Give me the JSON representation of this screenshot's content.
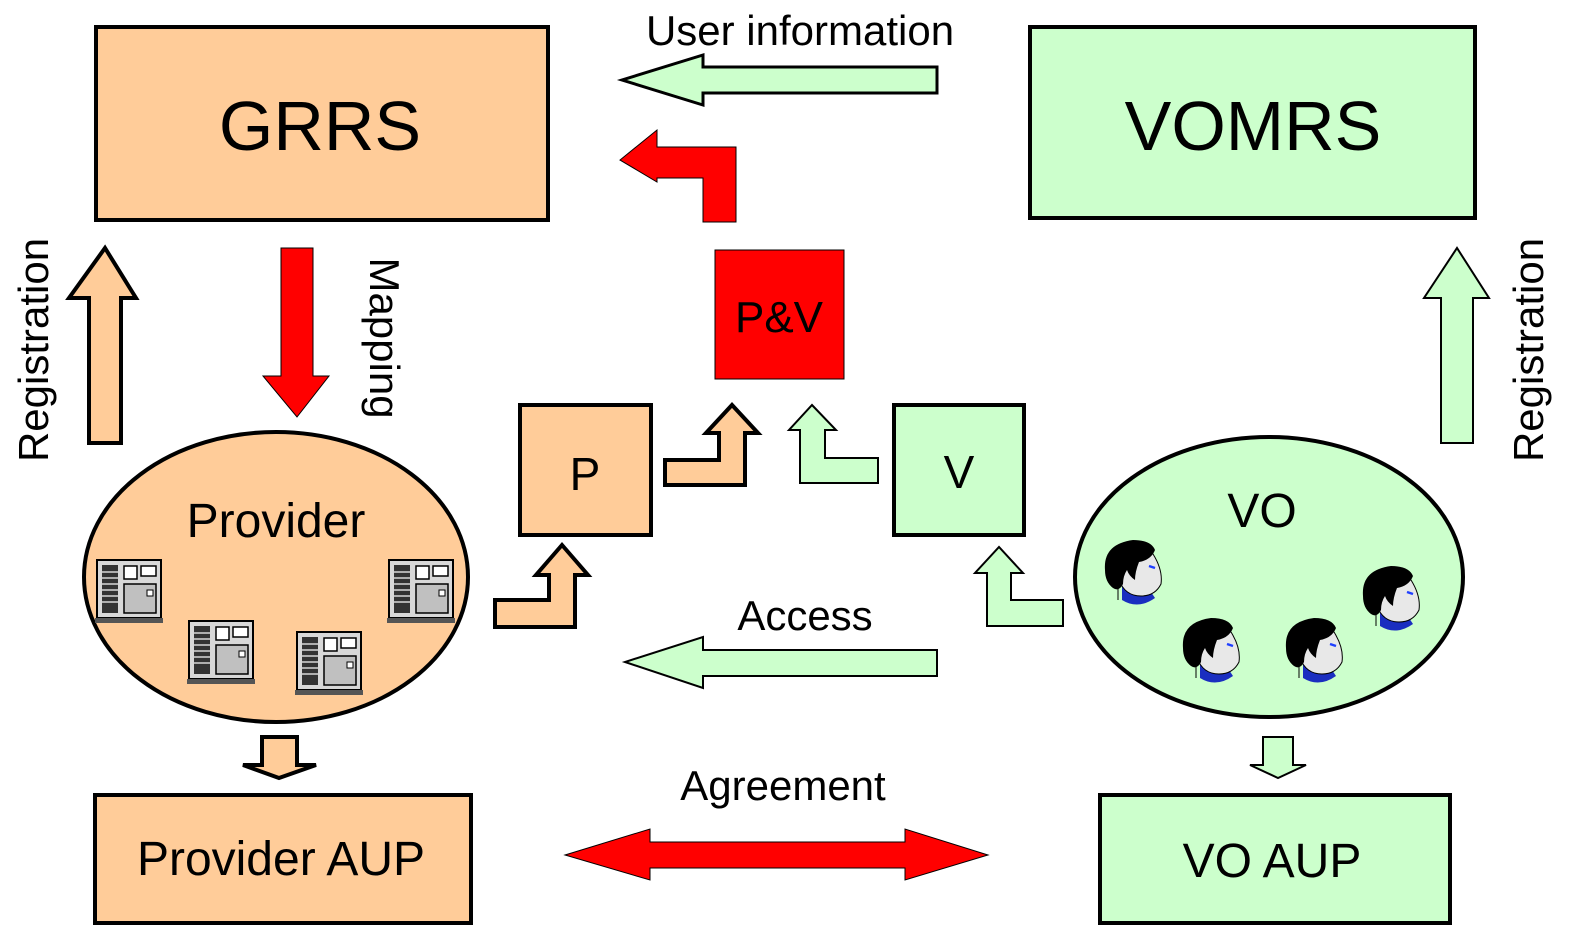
{
  "boxes": {
    "grrs": "GRRS",
    "vomrs": "VOMRS",
    "pv": "P&V",
    "p": "P",
    "v": "V",
    "provider_aup": "Provider AUP",
    "vo_aup": "VO AUP"
  },
  "groups": {
    "provider": "Provider",
    "vo": "VO"
  },
  "labels": {
    "user_information": "User information",
    "mapping": "Mapping",
    "registration_left": "Registration",
    "registration_right": "Registration",
    "access": "Access",
    "agreement": "Agreement"
  },
  "icons": {
    "provider_servers": [
      "server-icon",
      "server-icon",
      "server-icon",
      "server-icon"
    ],
    "vo_users": [
      "user-head-icon",
      "user-head-icon",
      "user-head-icon",
      "user-head-icon"
    ]
  },
  "colors": {
    "provider": "#ffcc99",
    "vo": "#ccffcc",
    "pv": "#ff0000",
    "mapping_arrow": "#ff0000"
  }
}
